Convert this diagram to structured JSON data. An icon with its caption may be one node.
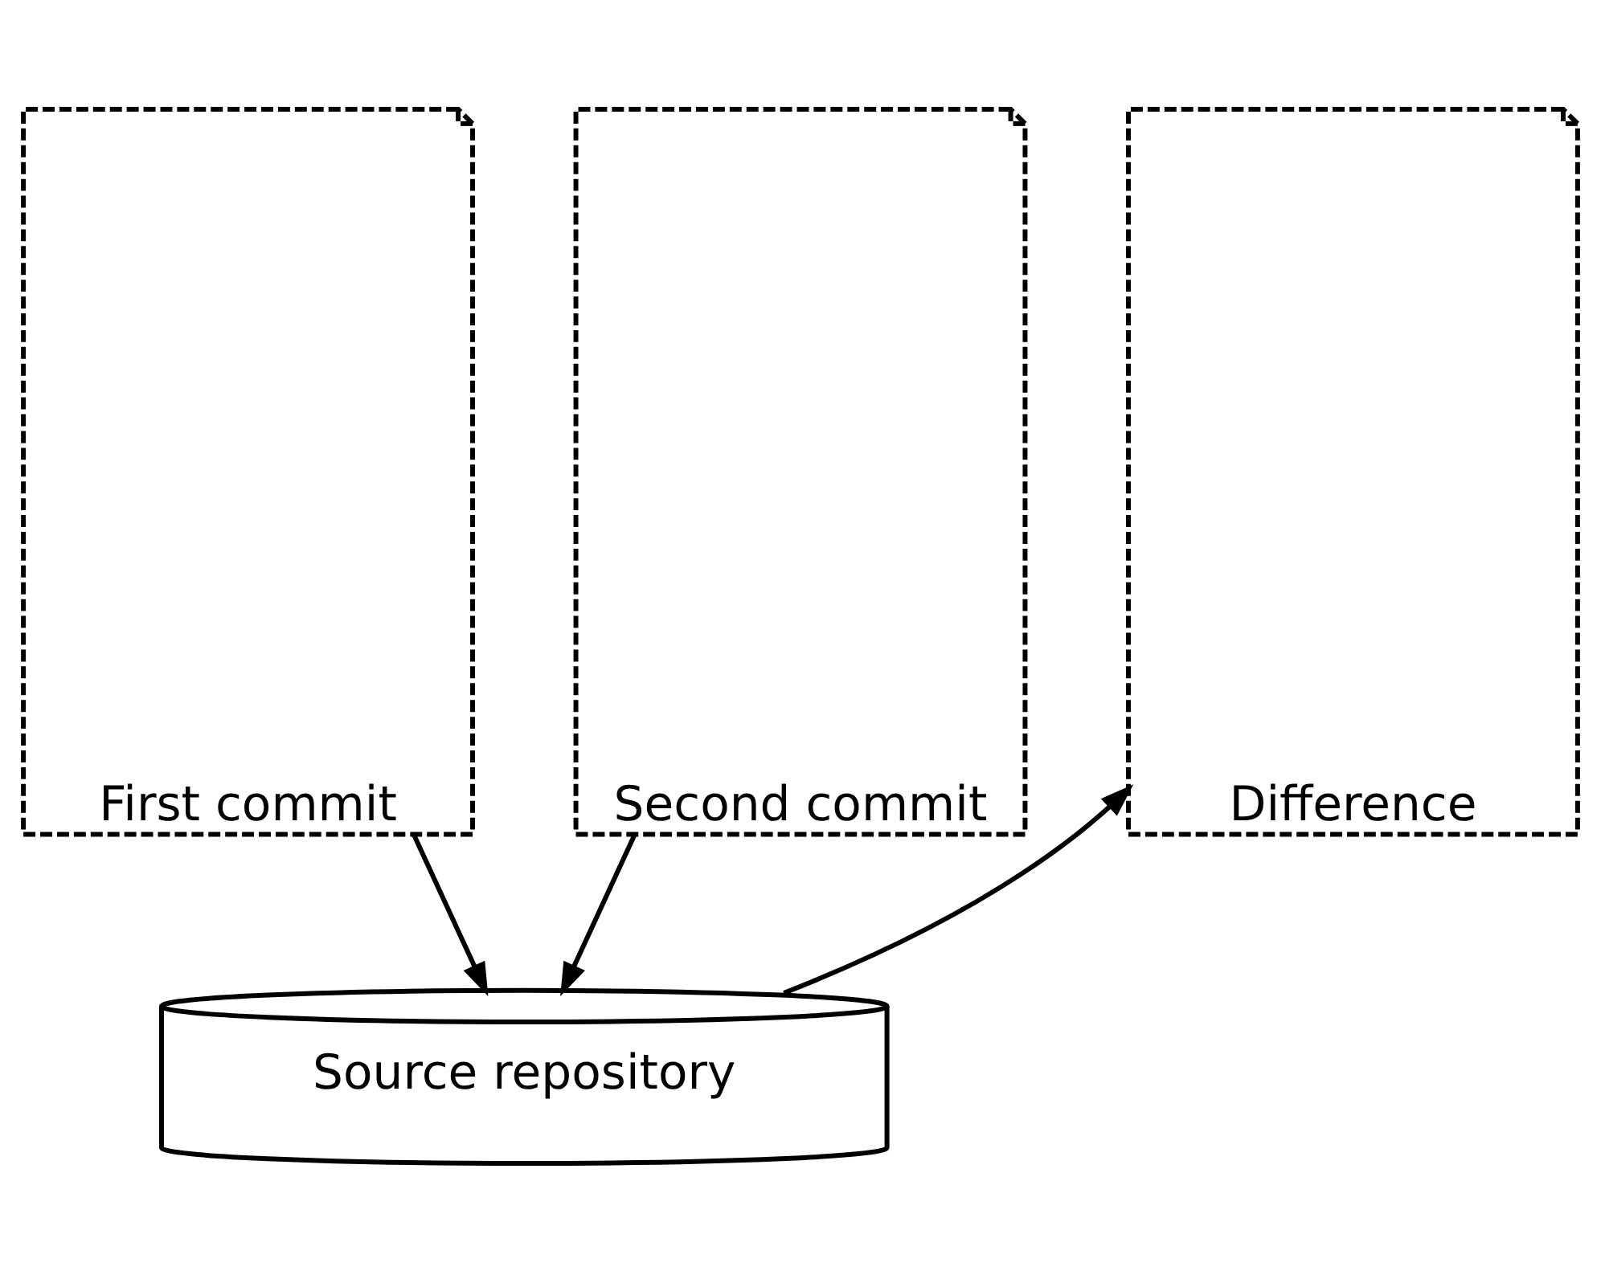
{
  "diagram": {
    "nodes": [
      {
        "text": [
          "First commit"
        ]
      },
      {
        "text": [
          "Second commit"
        ]
      },
      {
        "text": [
          "Difference"
        ]
      },
      {
        "text": [
          "Source repository"
        ]
      }
    ],
    "edges": [
      {
        "from": 0,
        "to": 3,
        "arrow": "to"
      },
      {
        "from": 1,
        "to": 3,
        "arrow": "to"
      },
      {
        "from": 3,
        "to": 2,
        "arrow": "to"
      }
    ]
  }
}
